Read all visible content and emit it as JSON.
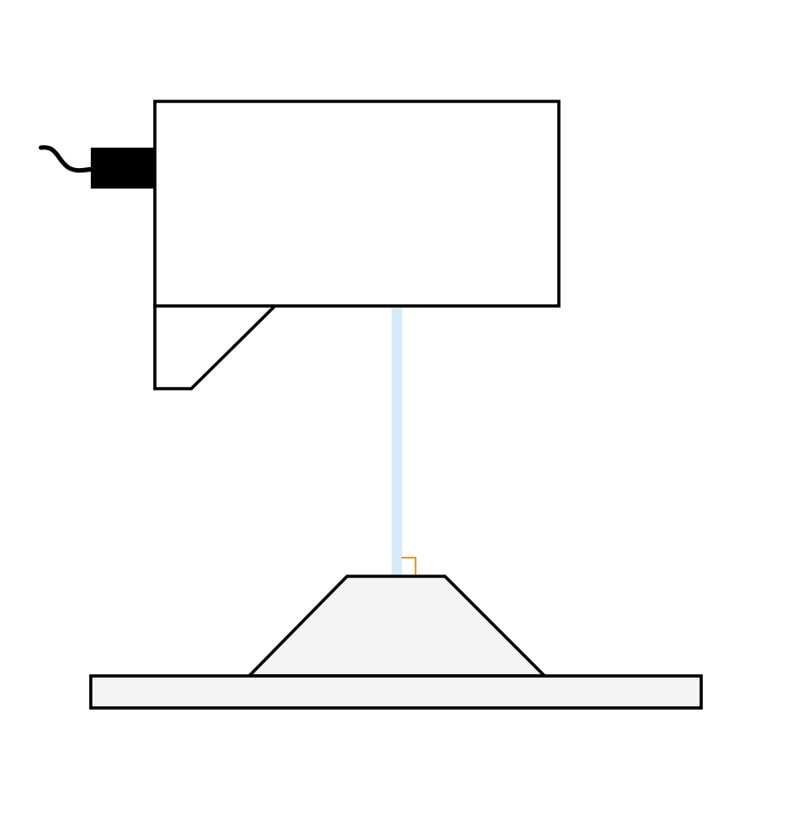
{
  "diagram": {
    "colors": {
      "outline": "#000000",
      "device_fill": "#ffffff",
      "plug_fill": "#000000",
      "beam": "#d6ebf8",
      "specimen_fill": "#f4f4f4",
      "base_fill": "#f4f4f4",
      "right_angle_marker": "#e69a2e"
    },
    "parts": [
      "power-cable",
      "power-plug",
      "device-body",
      "device-bracket",
      "light-beam",
      "right-angle-marker",
      "specimen-mount",
      "base-plate"
    ]
  }
}
